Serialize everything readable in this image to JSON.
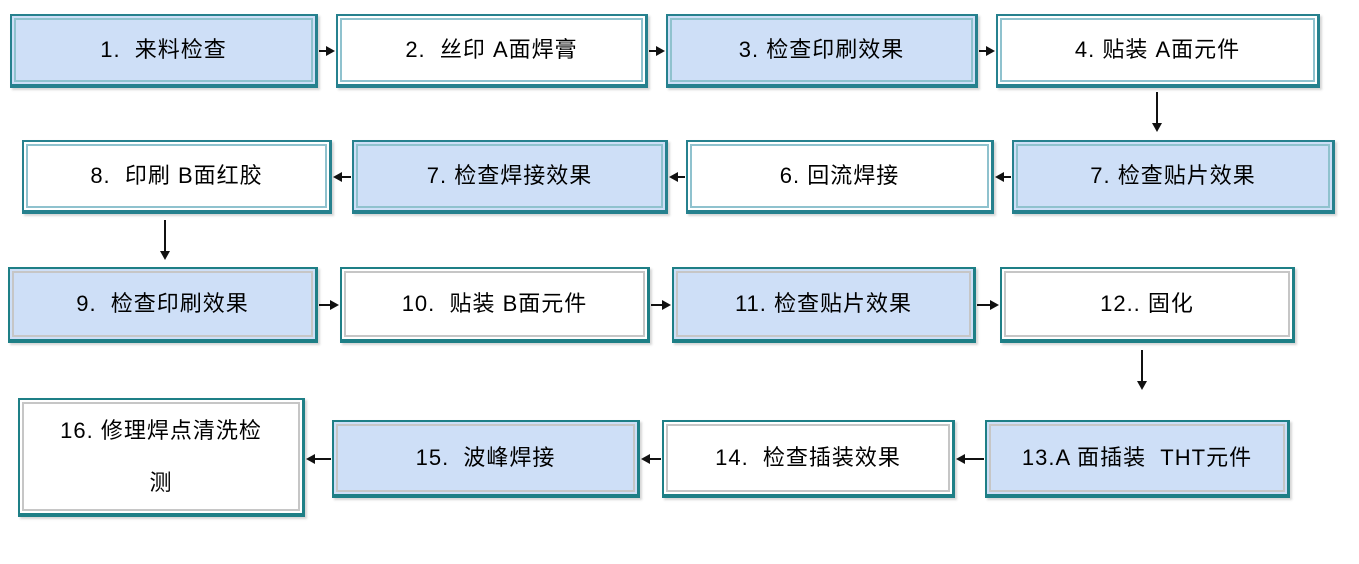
{
  "diagram": {
    "type": "flowchart",
    "colors": {
      "box_fill_blue": "#CEDFF7",
      "box_fill_white": "#FFFFFF",
      "border_teal": "#26818E",
      "border_teal_dark": "#1E7F86",
      "inner_ring_teal": "#8FC2CE",
      "inner_ring_gray": "#C6C6C6",
      "arrow_color": "#111111",
      "text_color": "#000000",
      "background": "#FFFFFF"
    },
    "rows": [
      {
        "name": "row-1",
        "arrow_direction": "right",
        "boxes": [
          {
            "name": "step-1-incoming-inspection",
            "label": "1.  来料检查",
            "fill": "blue"
          },
          {
            "name": "step-2-print-a-side-solder-paste",
            "label": "2.  丝印 A面焊膏",
            "fill": "white"
          },
          {
            "name": "step-3-inspect-print-quality",
            "label": "3. 检查印刷效果",
            "fill": "blue"
          },
          {
            "name": "step-4-place-a-side-components",
            "label": "4. 贴装 A面元件",
            "fill": "white"
          }
        ]
      },
      {
        "name": "row-2",
        "arrow_direction": "left",
        "boxes": [
          {
            "name": "step-8-print-b-side-red-glue",
            "label": "8.  印刷 B面红胶",
            "fill": "white"
          },
          {
            "name": "step-7-inspect-solder-quality",
            "label": "7. 检查焊接效果",
            "fill": "blue"
          },
          {
            "name": "step-6-reflow-soldering",
            "label": "6. 回流焊接",
            "fill": "white"
          },
          {
            "name": "step-7-inspect-placement-quality",
            "label": "7. 检查贴片效果",
            "fill": "blue"
          }
        ]
      },
      {
        "name": "row-3",
        "arrow_direction": "right",
        "boxes": [
          {
            "name": "step-9-inspect-print-quality",
            "label": "9.  检查印刷效果",
            "fill": "blue"
          },
          {
            "name": "step-10-place-b-side-components",
            "label": "10.  贴装 B面元件",
            "fill": "white"
          },
          {
            "name": "step-11-inspect-placement-quality",
            "label": "11. 检查贴片效果",
            "fill": "blue"
          },
          {
            "name": "step-12-curing",
            "label": "12.. 固化",
            "fill": "white"
          }
        ]
      },
      {
        "name": "row-4",
        "arrow_direction": "left",
        "boxes": [
          {
            "name": "step-16-repair-clean-inspect",
            "label": "16. 修理焊点清洗检\n测",
            "fill": "white",
            "tall": true
          },
          {
            "name": "step-15-wave-soldering",
            "label": "15.  波峰焊接",
            "fill": "blue"
          },
          {
            "name": "step-14-inspect-insertion-quality",
            "label": "14.  检查插装效果",
            "fill": "white"
          },
          {
            "name": "step-13-insert-a-side-tht",
            "label": "13.A 面插装  THT元件",
            "fill": "blue"
          }
        ]
      }
    ],
    "down_connectors": [
      {
        "from_step": "4. 贴装 A面元件",
        "to_step": "7. 检查贴片效果",
        "column": 4
      },
      {
        "from_step": "8.  印刷 B面红胶",
        "to_step": "9.  检查印刷效果",
        "column": 1
      },
      {
        "from_step": "12.. 固化",
        "to_step": "13.A 面插装  THT元件",
        "column": 4
      }
    ]
  }
}
